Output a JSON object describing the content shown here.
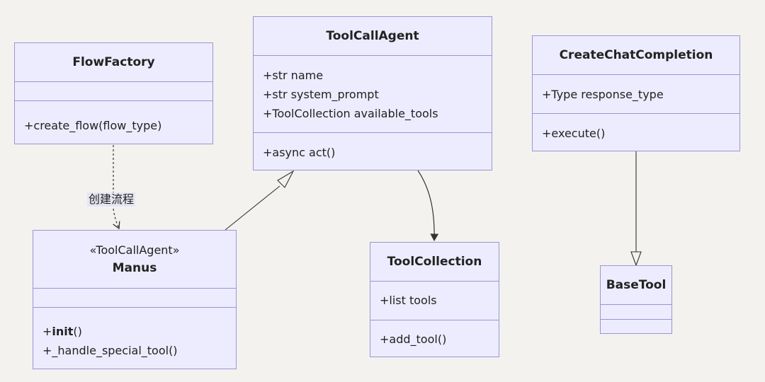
{
  "classes": {
    "flow_factory": {
      "name": "FlowFactory",
      "attributes": [],
      "methods": [
        "+create_flow(flow_type)"
      ]
    },
    "tool_call_agent": {
      "name": "ToolCallAgent",
      "attributes": [
        "+str name",
        "+str system_prompt",
        "+ToolCollection available_tools"
      ],
      "methods": [
        "+async act()"
      ]
    },
    "create_chat_completion": {
      "name": "CreateChatCompletion",
      "attributes": [
        "+Type response_type"
      ],
      "methods": [
        "+execute()"
      ]
    },
    "manus": {
      "stereotype": "«ToolCallAgent»",
      "name": "Manus",
      "attributes": [],
      "methods": [
        {
          "prefix": "+",
          "bold": "init",
          "suffix": "()"
        },
        {
          "prefix": "+_handle_special_tool()",
          "bold": "",
          "suffix": ""
        }
      ]
    },
    "tool_collection": {
      "name": "ToolCollection",
      "attributes": [
        "+list tools"
      ],
      "methods": [
        "+add_tool()"
      ]
    },
    "base_tool": {
      "name": "BaseTool",
      "attributes": [],
      "methods": []
    }
  },
  "relations": {
    "flow_factory_to_manus": {
      "type": "dependency",
      "label": "创建流程"
    },
    "manus_to_tool_call_agent": {
      "type": "inheritance"
    },
    "tool_call_agent_to_tool_collection": {
      "type": "association"
    },
    "create_chat_completion_to_base_tool": {
      "type": "inheritance"
    }
  },
  "colors": {
    "background": "#f3f2ef",
    "class_fill": "#ececfe",
    "class_border": "#9c94d4",
    "edge": "#333333",
    "label_fill": "#e6e6f2"
  }
}
